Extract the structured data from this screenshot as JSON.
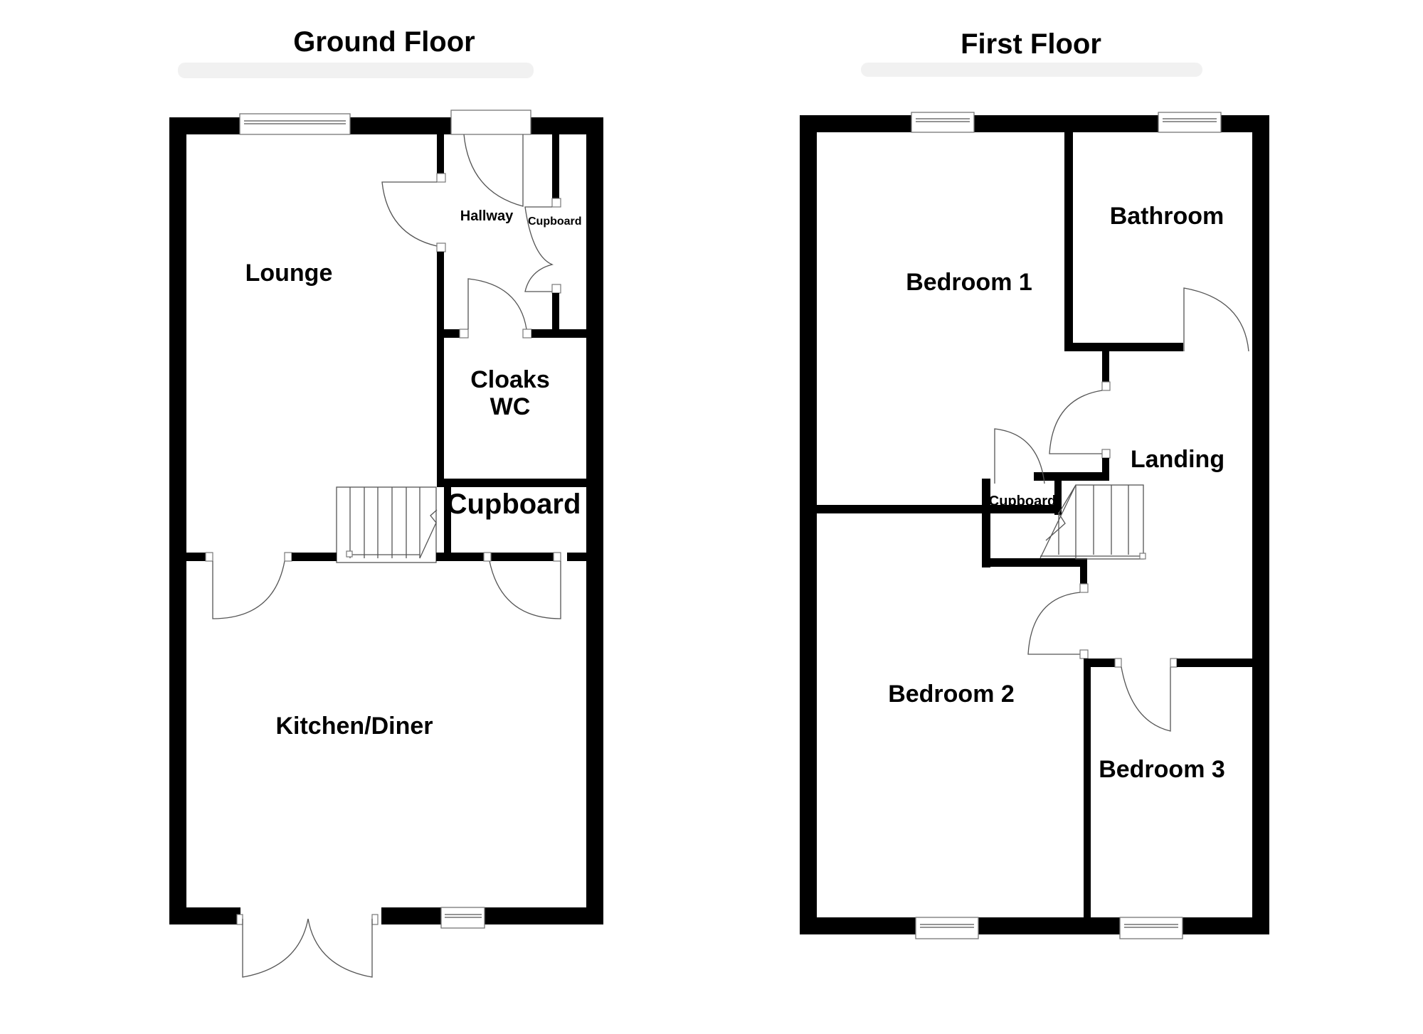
{
  "floors": [
    {
      "title": "Ground Floor",
      "rooms": [
        {
          "label": "Lounge"
        },
        {
          "label": "Hallway"
        },
        {
          "label": "Cupboard"
        },
        {
          "label": "Cloaks"
        },
        {
          "label": "WC"
        },
        {
          "label": "Cupboard"
        },
        {
          "label": "Kitchen/Diner"
        }
      ]
    },
    {
      "title": "First Floor",
      "rooms": [
        {
          "label": "Bedroom 1"
        },
        {
          "label": "Bathroom"
        },
        {
          "label": "Landing"
        },
        {
          "label": "Cupboard"
        },
        {
          "label": "Bedroom 2"
        },
        {
          "label": "Bedroom 3"
        }
      ]
    }
  ],
  "colors": {
    "wall": "#000000",
    "background": "#ffffff",
    "fixture_line": "#555555"
  }
}
